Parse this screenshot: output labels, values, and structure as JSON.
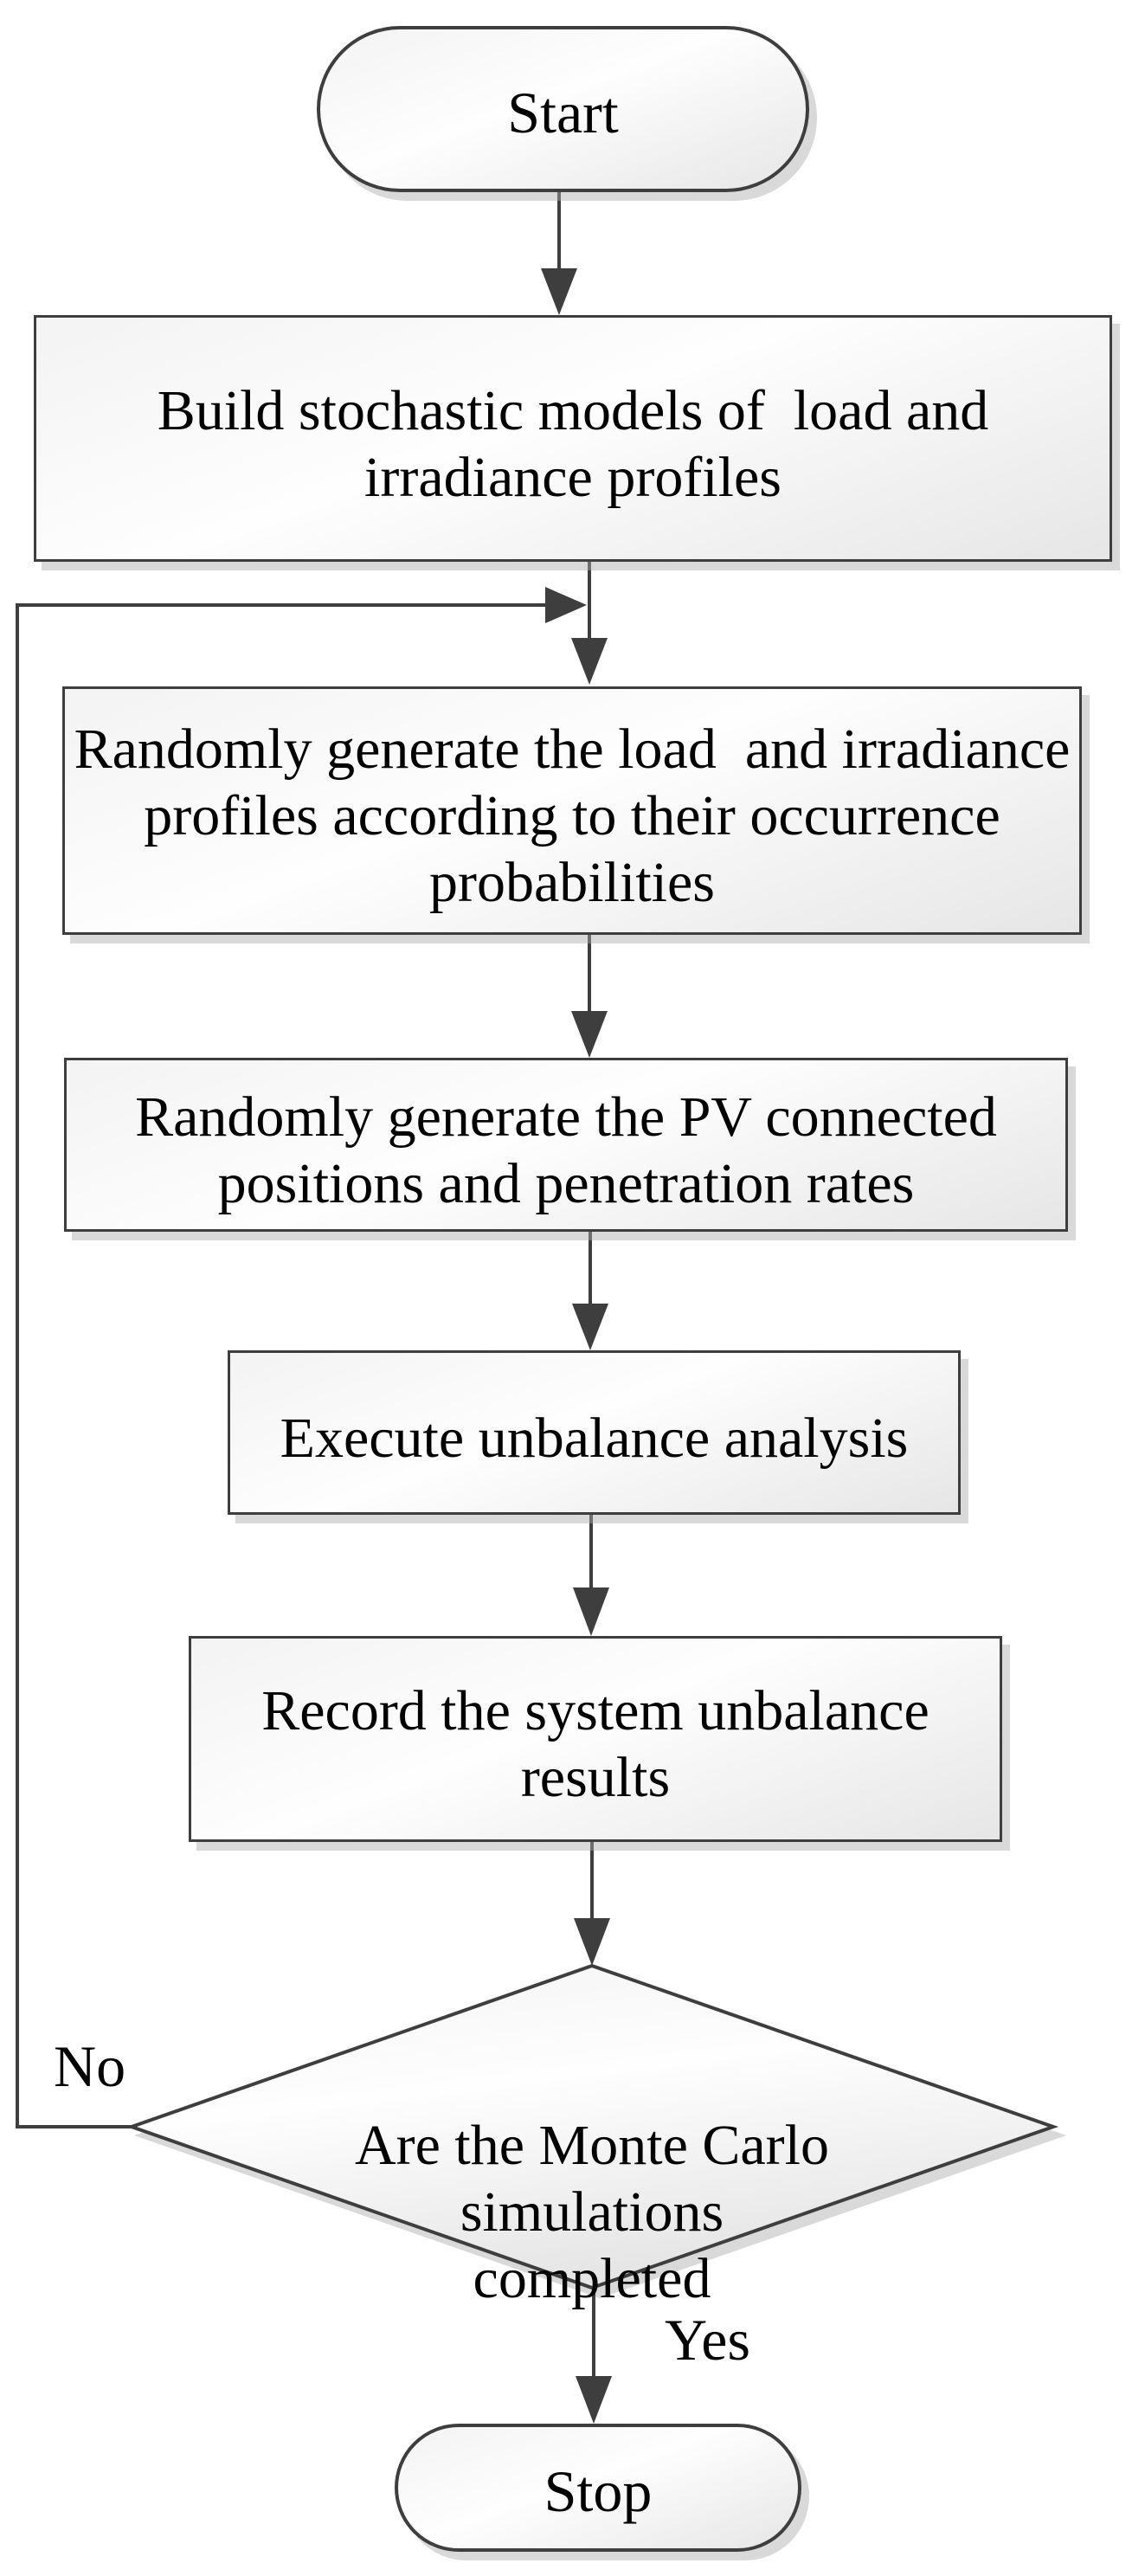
{
  "flowchart": {
    "nodes": {
      "start": {
        "label": "Start"
      },
      "build_models": {
        "lines": [
          "Build stochastic models of  load and",
          "irradiance profiles"
        ]
      },
      "generate_profiles": {
        "lines": [
          "Randomly generate the load  and irradiance",
          "profiles according to their occurrence",
          "probabilities"
        ]
      },
      "generate_pv": {
        "lines": [
          "Randomly generate the PV connected",
          "positions and penetration rates"
        ]
      },
      "execute_analysis": {
        "lines": [
          "Execute unbalance analysis"
        ]
      },
      "record_results": {
        "lines": [
          "Record the system unbalance",
          "results"
        ]
      },
      "decision": {
        "lines": [
          "Are the Monte Carlo simulations",
          "completed"
        ]
      },
      "stop": {
        "label": "Stop"
      }
    },
    "edge_labels": {
      "no": "No",
      "yes": "Yes"
    },
    "colors": {
      "stroke": "#3e3e3e",
      "text": "#000000",
      "shadow": "rgba(170,170,170,0.45)",
      "fill_top": "#f3f3f3",
      "fill_mid": "#fefefe",
      "fill_bottom": "#e6e6e6"
    }
  }
}
